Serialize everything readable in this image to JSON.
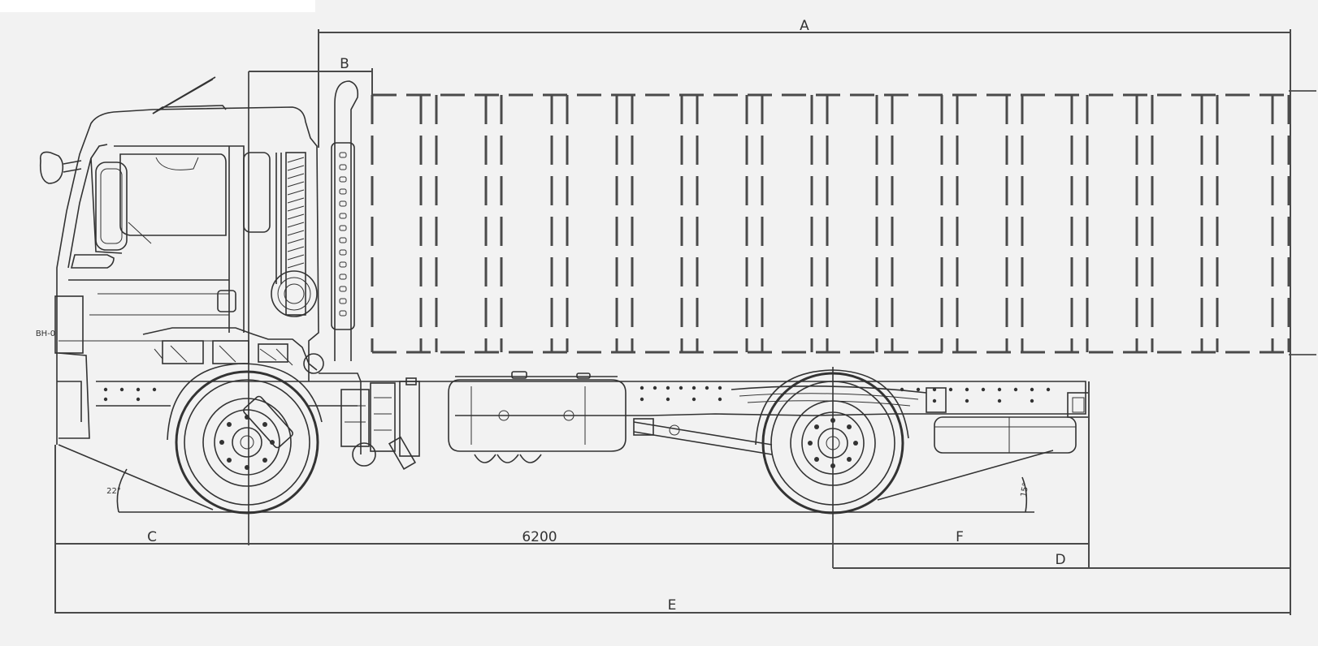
{
  "diagram": {
    "labels": {
      "a": "A",
      "b": "B",
      "c": "C",
      "d": "D",
      "e": "E",
      "f": "F",
      "wheelbase": "6200",
      "front_angle": "22°",
      "rear_angle": "15°",
      "cab_mark": "BH-0"
    }
  }
}
